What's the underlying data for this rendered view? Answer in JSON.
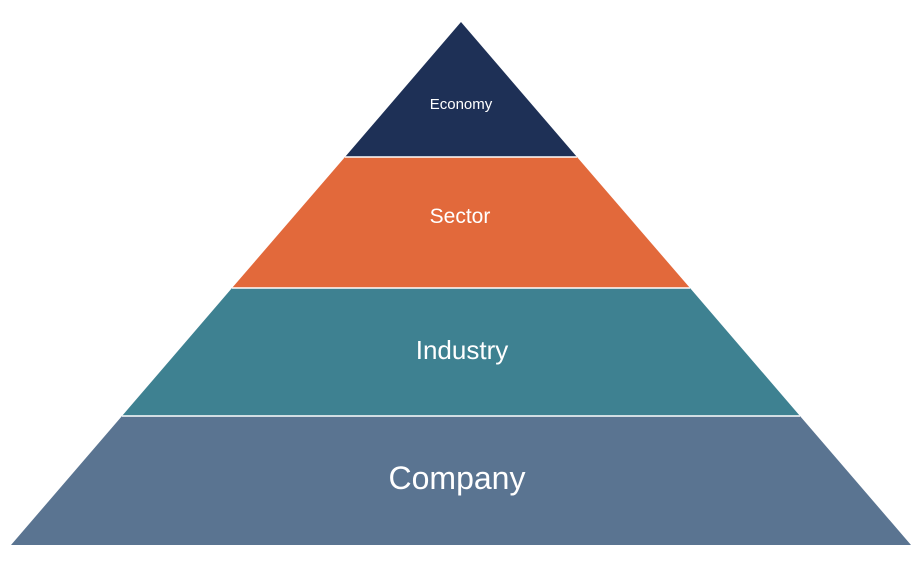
{
  "pyramid": {
    "name": "top-down-analysis-pyramid",
    "background_color": "#ffffff",
    "label_color": "#ffffff",
    "layers": [
      {
        "label": "Economy",
        "color": "#1e3056"
      },
      {
        "label": "Sector",
        "color": "#e2693b"
      },
      {
        "label": "Industry",
        "color": "#3e8191"
      },
      {
        "label": "Company",
        "color": "#5a7491"
      }
    ]
  }
}
